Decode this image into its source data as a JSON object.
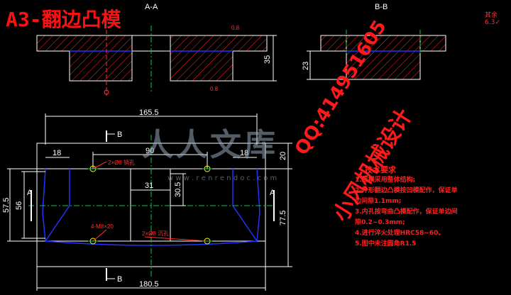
{
  "title": "A3-翻边凸模",
  "views": {
    "aa": "A-A",
    "bb": "B-B"
  },
  "roughness": {
    "other": "其余",
    "other_value": "6.3",
    "top": "0.8",
    "bottom": "0.8"
  },
  "dims": {
    "d35": "35",
    "d23": "23",
    "d165": "165.5",
    "d90": "90",
    "d18l": "18",
    "d18r": "18",
    "d20": "20",
    "d31": "31",
    "d305": "30.5",
    "d575": "57.5",
    "d56": "56",
    "d775": "77.5",
    "d1805": "180.5"
  },
  "hole_notes": {
    "h1": "2×Ø8 销孔",
    "h2": "4-M8×20",
    "h3": "2×Ø8 沉孔"
  },
  "labels": {
    "a_left": "A",
    "a_right": "A",
    "b_top": "B",
    "b_bottom": "B"
  },
  "tech": {
    "heading": "技术要求",
    "items": [
      "1.凸模采用整体结构;",
      "2.外形翻边凸模按凹模配作，保证单",
      "  边间隙1.1mm;",
      "3.内孔按弯曲凸模配作，保证单边间",
      "  隙0.2~0.3mm;",
      "4.进行淬火处理HRC58~60。",
      "5.图中未注圆角R1.5"
    ]
  },
  "watermark": {
    "brand": "人人文库",
    "url": "w w w . r e n r e n d o c . c o m",
    "qq": "QQ:414951605",
    "design": "小风机械设计"
  }
}
